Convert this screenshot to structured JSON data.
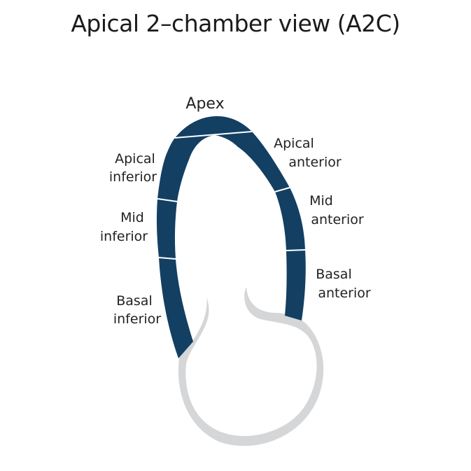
{
  "title": "Apical 2–chamber view (A2C)",
  "labels": {
    "apex": "Apex",
    "apical_inferior": [
      "Apical",
      "inferior"
    ],
    "mid_inferior": [
      "Mid",
      "inferior"
    ],
    "basal_inferior": [
      "Basal",
      "inferior"
    ],
    "apical_anterior": [
      "Apical",
      "anterior"
    ],
    "mid_anterior": [
      "Mid",
      "anterior"
    ],
    "basal_anterior": [
      "Basal",
      "anterior"
    ]
  },
  "colors": {
    "myocardium": "#133f63",
    "atrium": "#d4d6d8",
    "separator": "#ffffff",
    "background": "#ffffff"
  }
}
